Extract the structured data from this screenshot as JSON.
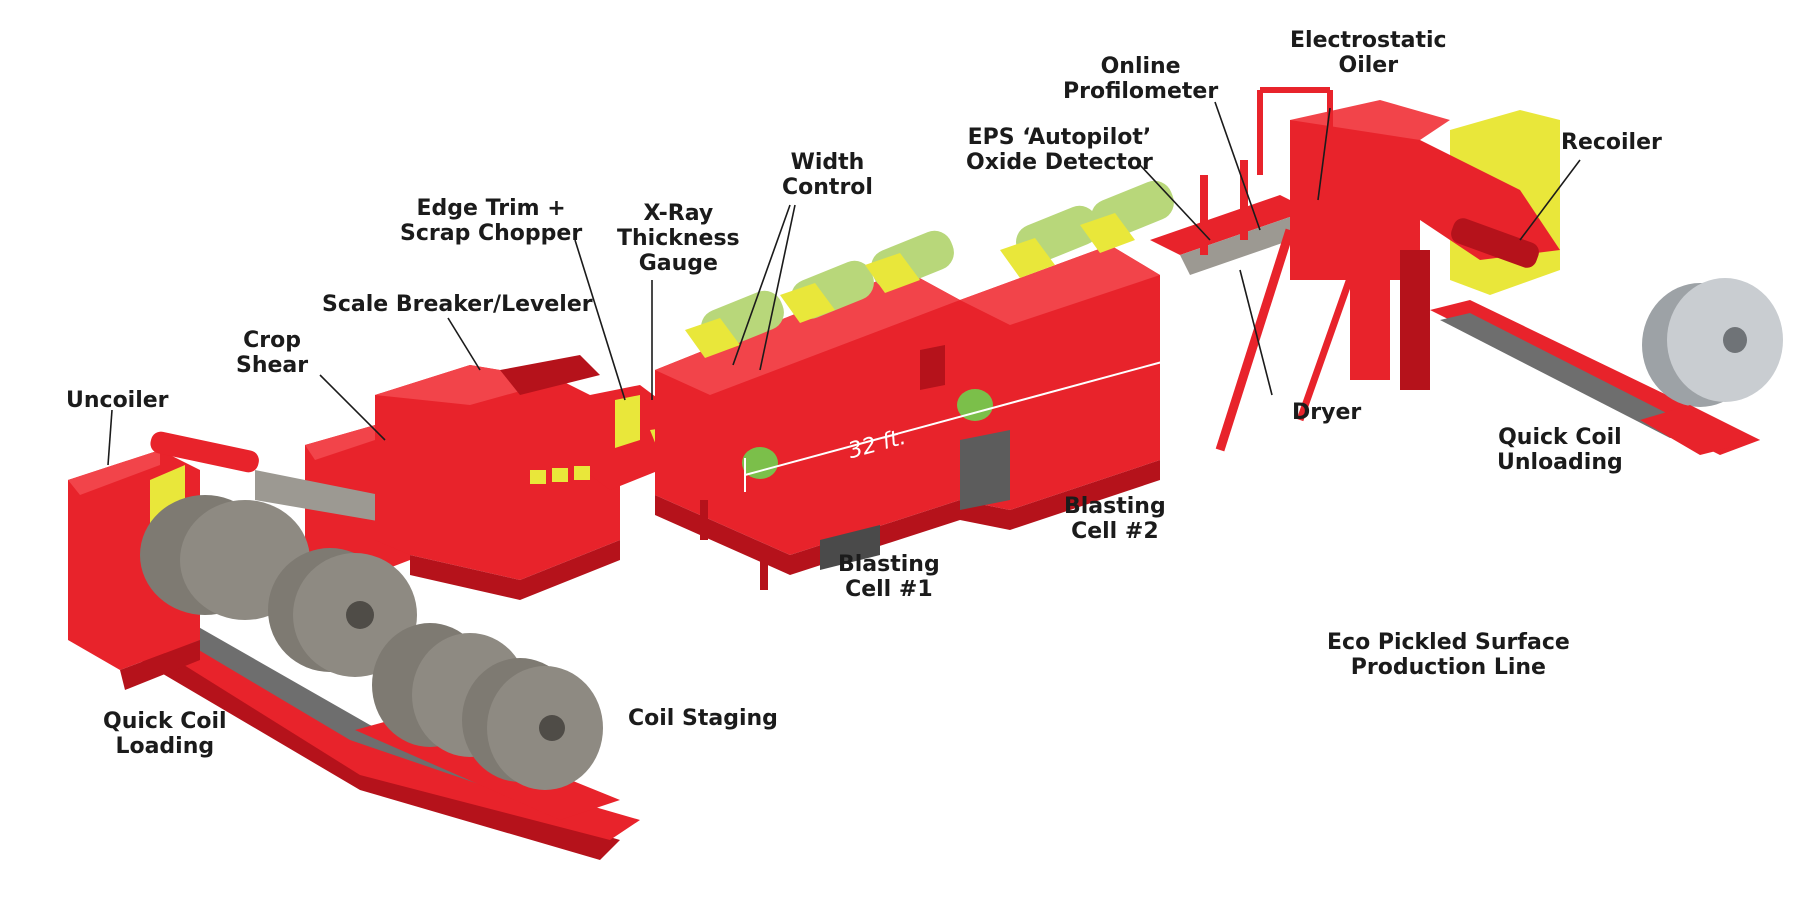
{
  "labels": {
    "uncoiler": [
      "Uncoiler"
    ],
    "crop_shear": [
      "Crop",
      "Shear"
    ],
    "scale_breaker": [
      "Scale Breaker/Leveler"
    ],
    "edge_trim": [
      "Edge Trim +",
      "Scrap Chopper"
    ],
    "xray": [
      "X-Ray",
      "Thickness",
      "Gauge"
    ],
    "width_control": [
      "Width",
      "Control"
    ],
    "eps_detector": [
      "EPS ‘Autopilot’",
      "Oxide Detector"
    ],
    "profilometer": [
      "Online",
      "Profilometer"
    ],
    "oiler": [
      "Electrostatic",
      "Oiler"
    ],
    "recoiler": [
      "Recoiler"
    ],
    "dryer": [
      "Dryer"
    ],
    "quick_coil_unloading": [
      "Quick Coil",
      "Unloading"
    ],
    "blasting_cell_1": [
      "Blasting",
      "Cell #1"
    ],
    "blasting_cell_2": [
      "Blasting",
      "Cell #2"
    ],
    "quick_coil_loading": [
      "Quick Coil",
      "Loading"
    ],
    "coil_staging": [
      "Coil Staging"
    ],
    "line_title": [
      "Eco Pickled Surface",
      "Production Line"
    ]
  },
  "dimension": "32 ft.",
  "colors": {
    "machine_red": "#e8232b",
    "machine_red_dark": "#b5121b",
    "machine_red_light": "#f2444a",
    "yellow": "#e9e73a",
    "roller_green": "#b8d77a",
    "coil_gray": "#8e8a82",
    "coil_silver": "#c9cdd1",
    "strip_gray": "#9c9992"
  }
}
